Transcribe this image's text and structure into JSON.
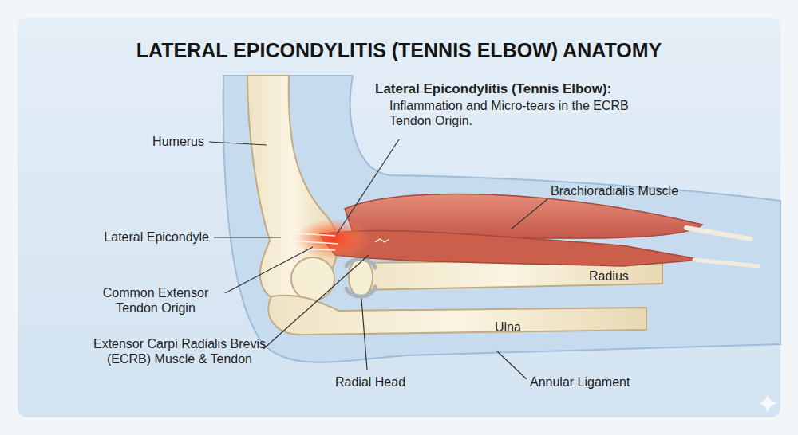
{
  "diagram": {
    "title": "LATERAL EPICONDYLITIS (TENNIS ELBOW) ANATOMY",
    "labels": [
      "Humerus",
      "Lateral Epicondylitis (Tennis Elbow):",
      "Inflammation and Micro-tears in the ECRB Tendon Origin.",
      "Brachioradialis Muscle",
      "Lateral Epicondyle",
      "Radius",
      "Common Extensor Tendon Origin",
      "Ulna",
      "Extensor Carpi Radialis Brevis (ECRB) Muscle & Tendon",
      "Radial Head",
      "Annular Ligament"
    ]
  }
}
